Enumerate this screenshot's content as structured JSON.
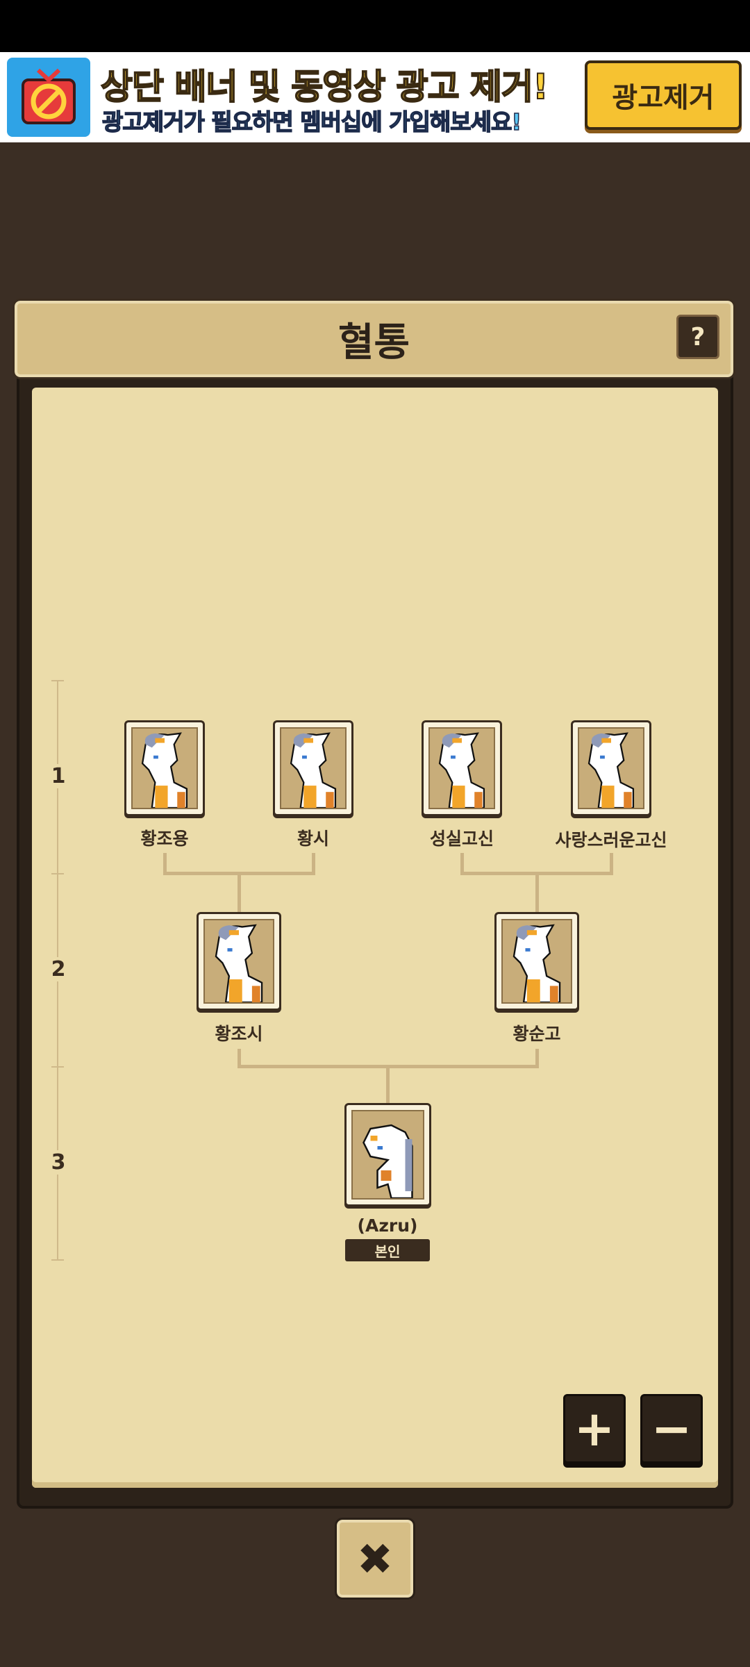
{
  "ad_banner": {
    "title": "상단 배너 및 동영상 광고 제거!",
    "subtitle": "광고제거가 필요하면 멤버십에 가입해보세요!",
    "button_label": "광고제거"
  },
  "header": {
    "title": "혈통",
    "help_label": "?"
  },
  "generations": [
    "1",
    "2",
    "3"
  ],
  "tree": {
    "gen1": [
      {
        "name": "황조용"
      },
      {
        "name": "황시"
      },
      {
        "name": "성실고신"
      },
      {
        "name": "사랑스러운고신"
      }
    ],
    "gen2": [
      {
        "name": "황조시"
      },
      {
        "name": "황순고"
      }
    ],
    "gen3": {
      "name": "(Azru)",
      "badge": "본인"
    }
  },
  "controls": {
    "zoom_in": "+",
    "zoom_out": "−",
    "close": "✖"
  },
  "colors": {
    "background": "#3b2e24",
    "parchment": "#ebdcaa",
    "accent": "#f6c231"
  }
}
